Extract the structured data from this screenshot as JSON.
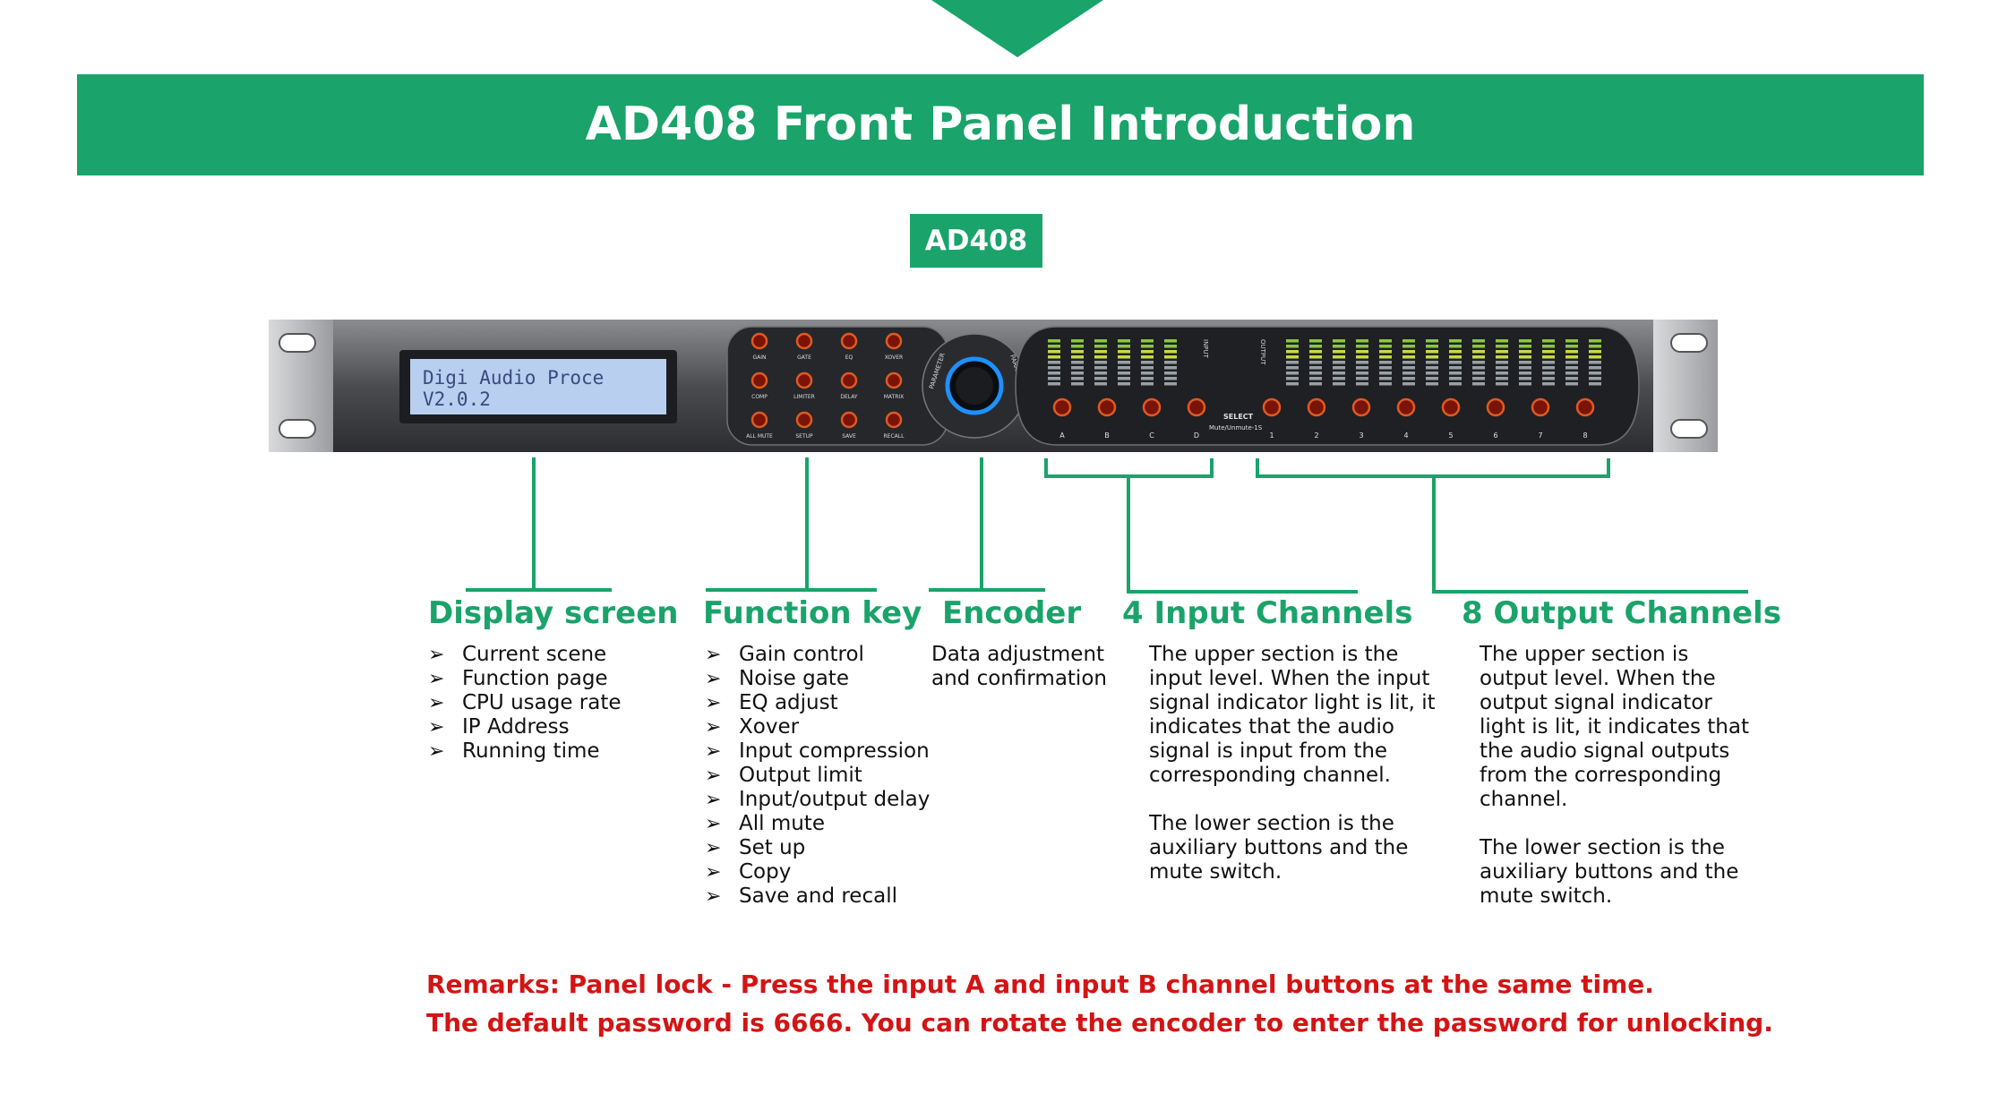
{
  "header": {
    "title": "AD408 Front Panel Introduction",
    "model_tag": "AD408"
  },
  "colors": {
    "brand_green": "#1aa36a",
    "remark_red": "#d41414",
    "lcd_blue": "#b8cfef",
    "chassis": "#5b5d61"
  },
  "device": {
    "lcd_line1": "Digi Audio Proce",
    "lcd_line2": "V2.0.2",
    "function_buttons": [
      "GAIN",
      "GATE",
      "EQ",
      "XOVER",
      "COMP",
      "LIMITER",
      "DELAY",
      "MATRIX",
      "ALL MUTE",
      "SETUP",
      "SAVE",
      "RECALL"
    ],
    "encoder_label_left": "PARAMETER",
    "encoder_label_right": "PARAMETER",
    "input_label": "INPUT",
    "output_label": "OUTPUT",
    "input_channels": [
      "A",
      "B",
      "C",
      "D"
    ],
    "output_channels": [
      "1",
      "2",
      "3",
      "4",
      "5",
      "6",
      "7",
      "8"
    ],
    "select_label": "SELECT",
    "mute_label": "Mute/Unmute-1S"
  },
  "sections": {
    "display": {
      "title": "Display screen",
      "items": [
        "Current scene",
        "Function page",
        "CPU usage rate",
        "IP Address",
        "Running time"
      ]
    },
    "function": {
      "title": "Function key",
      "items": [
        "Gain control",
        "Noise gate",
        "EQ adjust",
        "Xover",
        "Input compression",
        "Output limit",
        "Input/output delay",
        "All mute",
        "Set up",
        "Copy",
        "Save and recall"
      ]
    },
    "encoder": {
      "title": "Encoder",
      "lines": [
        "Data adjustment",
        "and confirmation"
      ]
    },
    "input": {
      "title": "4 Input Channels",
      "para1": [
        "The upper section is the",
        "input level. When the input",
        "signal indicator light is lit, it",
        "indicates that the audio",
        "signal is input from the",
        "corresponding channel."
      ],
      "para2": [
        "The lower section is the",
        "auxiliary buttons and the",
        "mute switch."
      ]
    },
    "output": {
      "title": "8 Output Channels",
      "para1": [
        "The upper section is",
        "output level. When the",
        "output signal indicator",
        "light is lit, it indicates that",
        "the audio signal outputs",
        "from the corresponding",
        "channel."
      ],
      "para2": [
        "The lower section is the",
        "auxiliary buttons and the",
        "mute switch."
      ]
    }
  },
  "remarks": {
    "line1": "Remarks: Panel lock - Press the input A and input B channel buttons at the same time.",
    "line2": "The default password is 6666. You can rotate the encoder to enter the password for unlocking."
  }
}
